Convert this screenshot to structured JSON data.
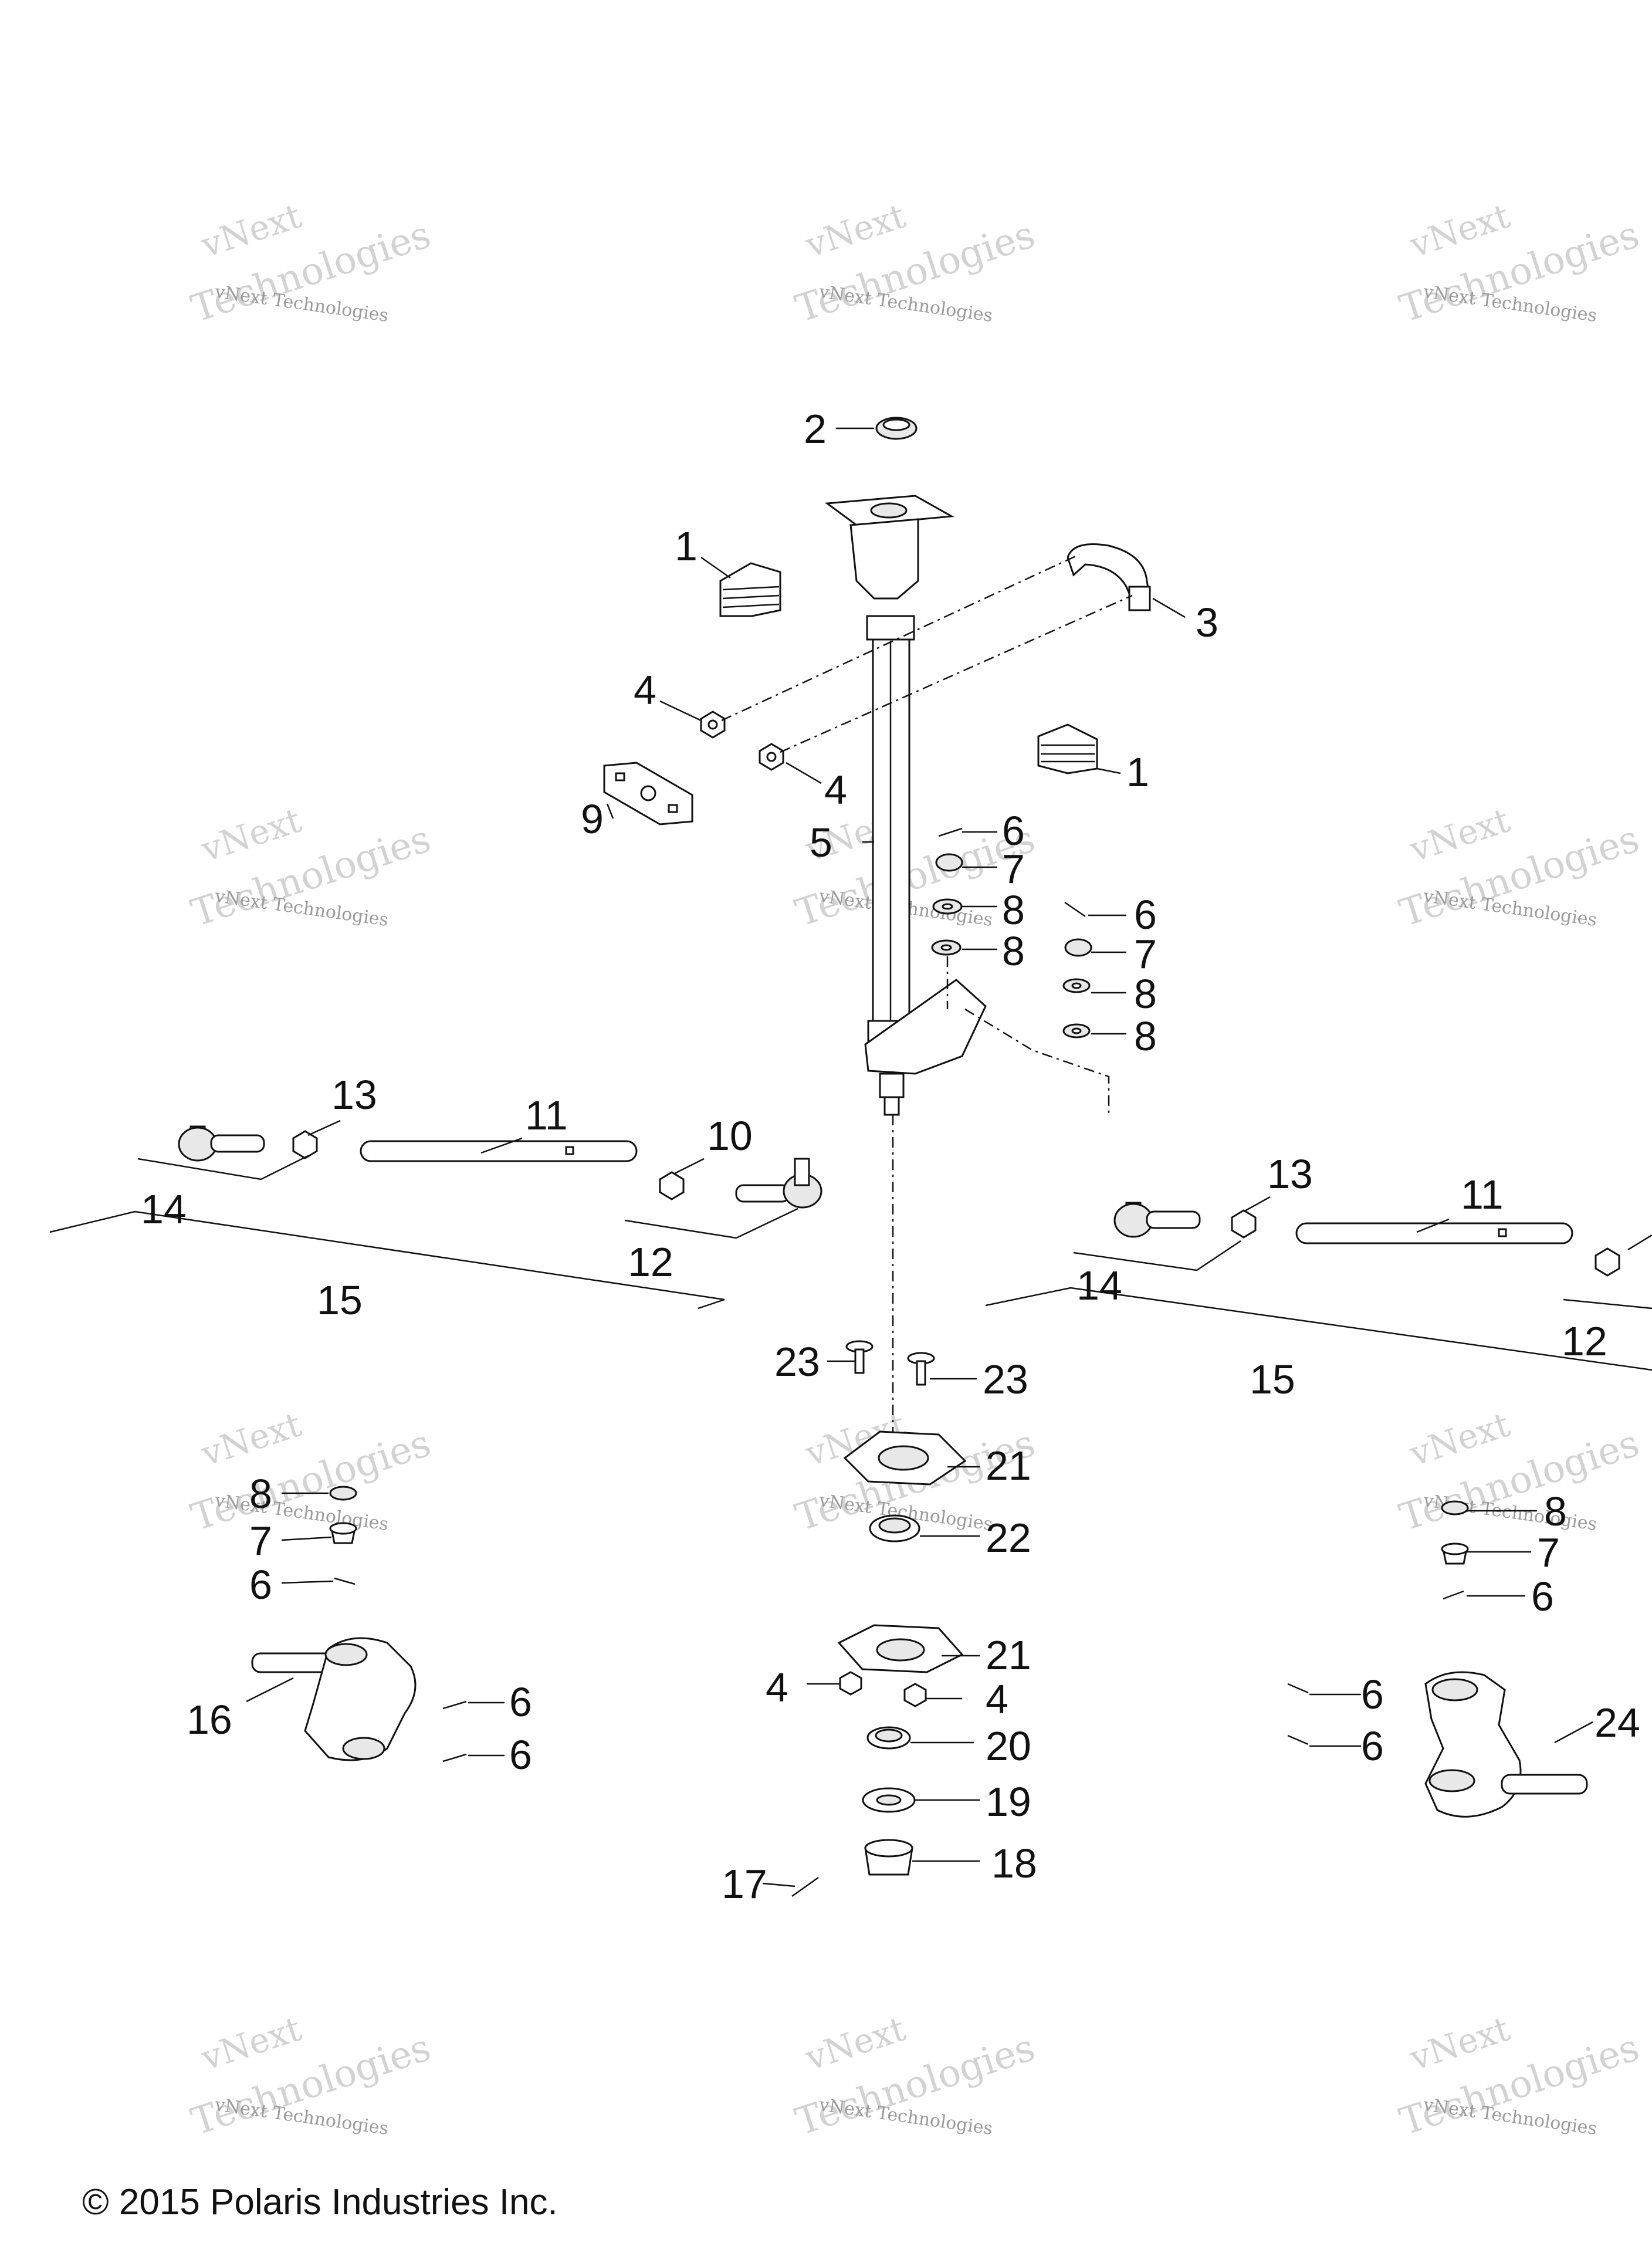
{
  "watermark": {
    "line1": "vNext Technologies",
    "line2": "vNext",
    "line3": "Technologies"
  },
  "copyright": "© 2015 Polaris Industries Inc.",
  "callouts": {
    "c1a": "1",
    "c1b": "1",
    "c2": "2",
    "c3": "3",
    "c4a": "4",
    "c4b": "4",
    "c4c": "4",
    "c4d": "4",
    "c5": "5",
    "c6a": "6",
    "c6b": "6",
    "c6c": "6",
    "c6d": "6",
    "c6e": "6",
    "c6f": "6",
    "c6g": "6",
    "c6h": "6",
    "c7a": "7",
    "c7b": "7",
    "c7c": "7",
    "c7d": "7",
    "c8a": "8",
    "c8b": "8",
    "c8c": "8",
    "c8d": "8",
    "c8e": "8",
    "c8f": "8",
    "c9": "9",
    "c10": "10",
    "c11a": "11",
    "c11b": "11",
    "c12a": "12",
    "c12b": "12",
    "c13a": "13",
    "c13b": "13",
    "c14a": "14",
    "c14b": "14",
    "c15a": "15",
    "c15b": "15",
    "c16": "16",
    "c17": "17",
    "c18": "18",
    "c19": "19",
    "c20": "20",
    "c21a": "21",
    "c21b": "21",
    "c22": "22",
    "c23a": "23",
    "c23b": "23",
    "c24": "24"
  }
}
